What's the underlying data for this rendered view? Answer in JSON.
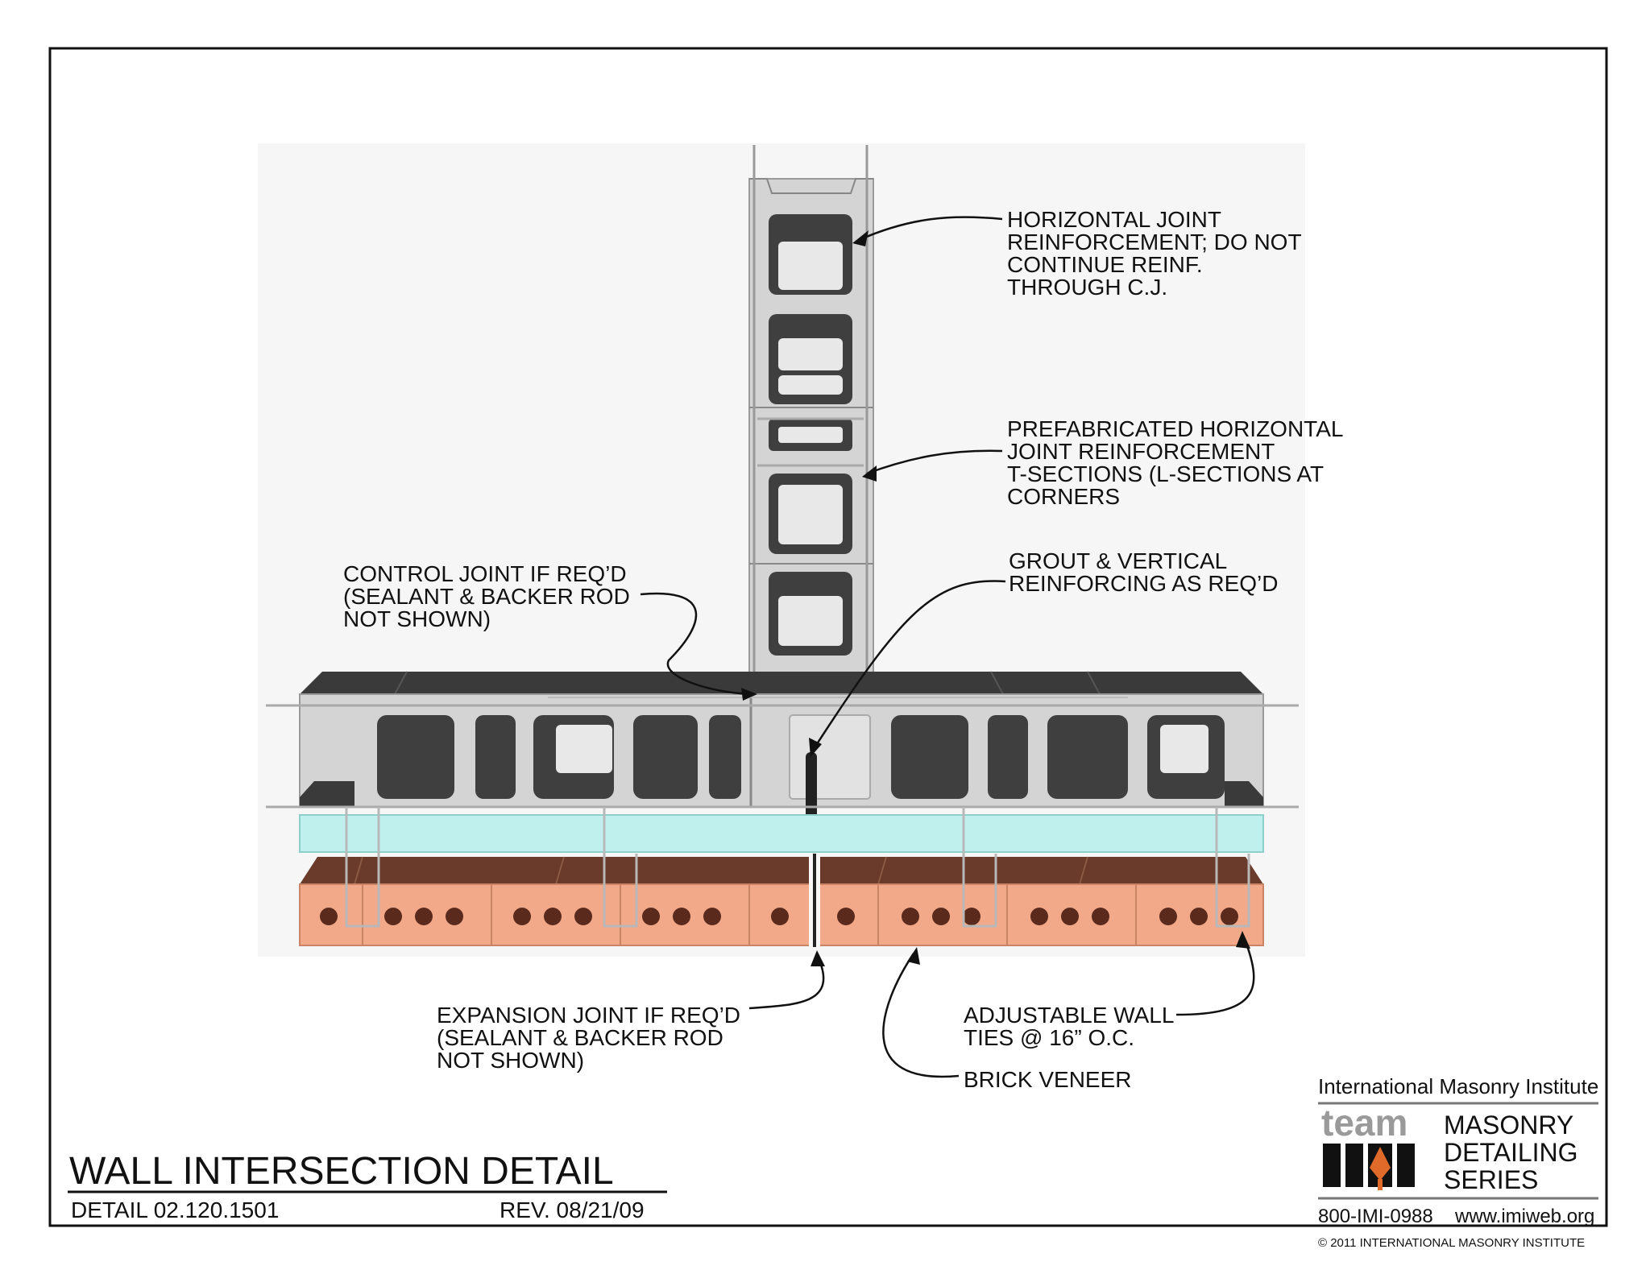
{
  "callouts": {
    "horizontal_joint": [
      "HORIZONTAL JOINT",
      "REINFORCEMENT; DO NOT",
      "CONTINUE REINF.",
      "THROUGH C.J."
    ],
    "prefab": [
      "PREFABRICATED HORIZONTAL",
      "JOINT REINFORCEMENT",
      "T-SECTIONS (L-SECTIONS AT",
      "CORNERS"
    ],
    "control_joint": [
      "CONTROL JOINT IF REQ’D",
      "(SEALANT & BACKER ROD",
      "NOT SHOWN)"
    ],
    "grout": [
      "GROUT & VERTICAL",
      "REINFORCING AS REQ’D"
    ],
    "expansion_joint": [
      "EXPANSION JOINT IF REQ’D",
      "(SEALANT & BACKER ROD",
      "NOT SHOWN)"
    ],
    "wall_ties": [
      "ADJUSTABLE WALL",
      "TIES @ 16” O.C."
    ],
    "brick_veneer": [
      "BRICK VENEER"
    ]
  },
  "title_block": {
    "title": "WALL INTERSECTION DETAIL",
    "detail_number": "DETAIL 02.120.1501",
    "revision": "REV. 08/21/09"
  },
  "logo": {
    "org_name": "International Masonry Institute",
    "team_word": "team",
    "series_lines": [
      "MASONRY",
      "DETAILING",
      "SERIES"
    ],
    "phone": "800-IMI-0988",
    "website": "www.imiweb.org",
    "copyright": "© 2011 INTERNATIONAL MASONRY INSTITUTE"
  },
  "colors": {
    "cmu_face": "#d4d4d4",
    "cmu_top": "#3a3a3a",
    "cmu_core": "#3f3f3f",
    "insulation": "#bff0ee",
    "brick_face": "#f2a98a",
    "brick_top": "#6a3a2a",
    "logo_accent": "#e06a2a"
  }
}
